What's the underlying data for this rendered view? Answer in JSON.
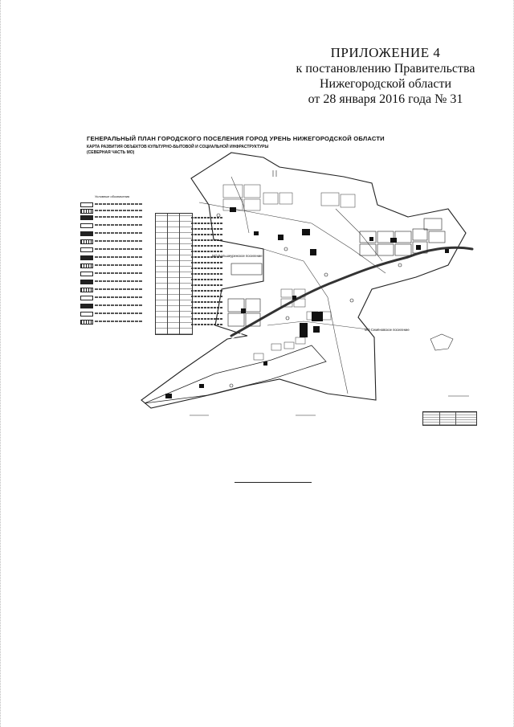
{
  "appendix": {
    "title": "ПРИЛОЖЕНИЕ 4",
    "line1": "к постановлению Правительства",
    "line2": "Нижегородской области",
    "line3": "от 28 января 2016 года № 31"
  },
  "map": {
    "title": "ГЕНЕРАЛЬНЫЙ ПЛАН ГОРОДСКОГО ПОСЕЛЕНИЯ ГОРОД УРЕНЬ НИЖЕГОРОДСКОЙ ОБЛАСТИ",
    "subtitle": "КАРТА РАЗВИТИЯ ОБЪЕКТОВ КУЛЬТУРНО-БЫТОВОЙ И СОЦИАЛЬНОЙ ИНФРАСТРУКТУРЫ",
    "part": "(СЕВЕРНАЯ ЧАСТЬ МО)",
    "legend_title": "Условные обозначения",
    "area_labels": [
      "МО Большеуренское поселение",
      "МО Семёновское поселение"
    ]
  }
}
